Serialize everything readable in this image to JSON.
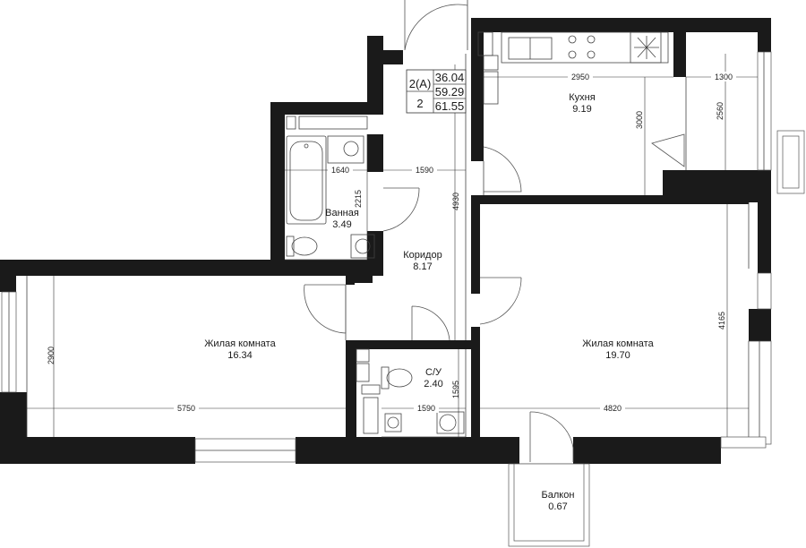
{
  "plan_info": {
    "type_label": "2(А)",
    "rooms_count": "2",
    "area_living": "36.04",
    "area_total": "59.29",
    "area_total_with_balcony": "61.55"
  },
  "rooms": {
    "kitchen": {
      "name": "Кухня",
      "area": "9.19"
    },
    "bathroom": {
      "name": "Ванная",
      "area": "3.49"
    },
    "corridor": {
      "name": "Коридор",
      "area": "8.17"
    },
    "living_left": {
      "name": "Жилая комната",
      "area": "16.34"
    },
    "living_right": {
      "name": "Жилая комната",
      "area": "19.70"
    },
    "wc": {
      "name": "С/У",
      "area": "2.40"
    },
    "balcony": {
      "name": "Балкон",
      "area": "0.67"
    }
  },
  "dimensions": {
    "kitchen_width": "2950",
    "kitchen_depth": "3000",
    "loggia_width": "1300",
    "loggia_depth": "2560",
    "bath_width": "1640",
    "corridor_width": "1590",
    "bath_depth": "2215",
    "corridor_length": "4930",
    "left_room_depth": "2900",
    "left_room_width": "5750",
    "right_room_depth": "4165",
    "right_room_width": "4820",
    "wc_depth": "1595",
    "wc_width": "1590"
  }
}
